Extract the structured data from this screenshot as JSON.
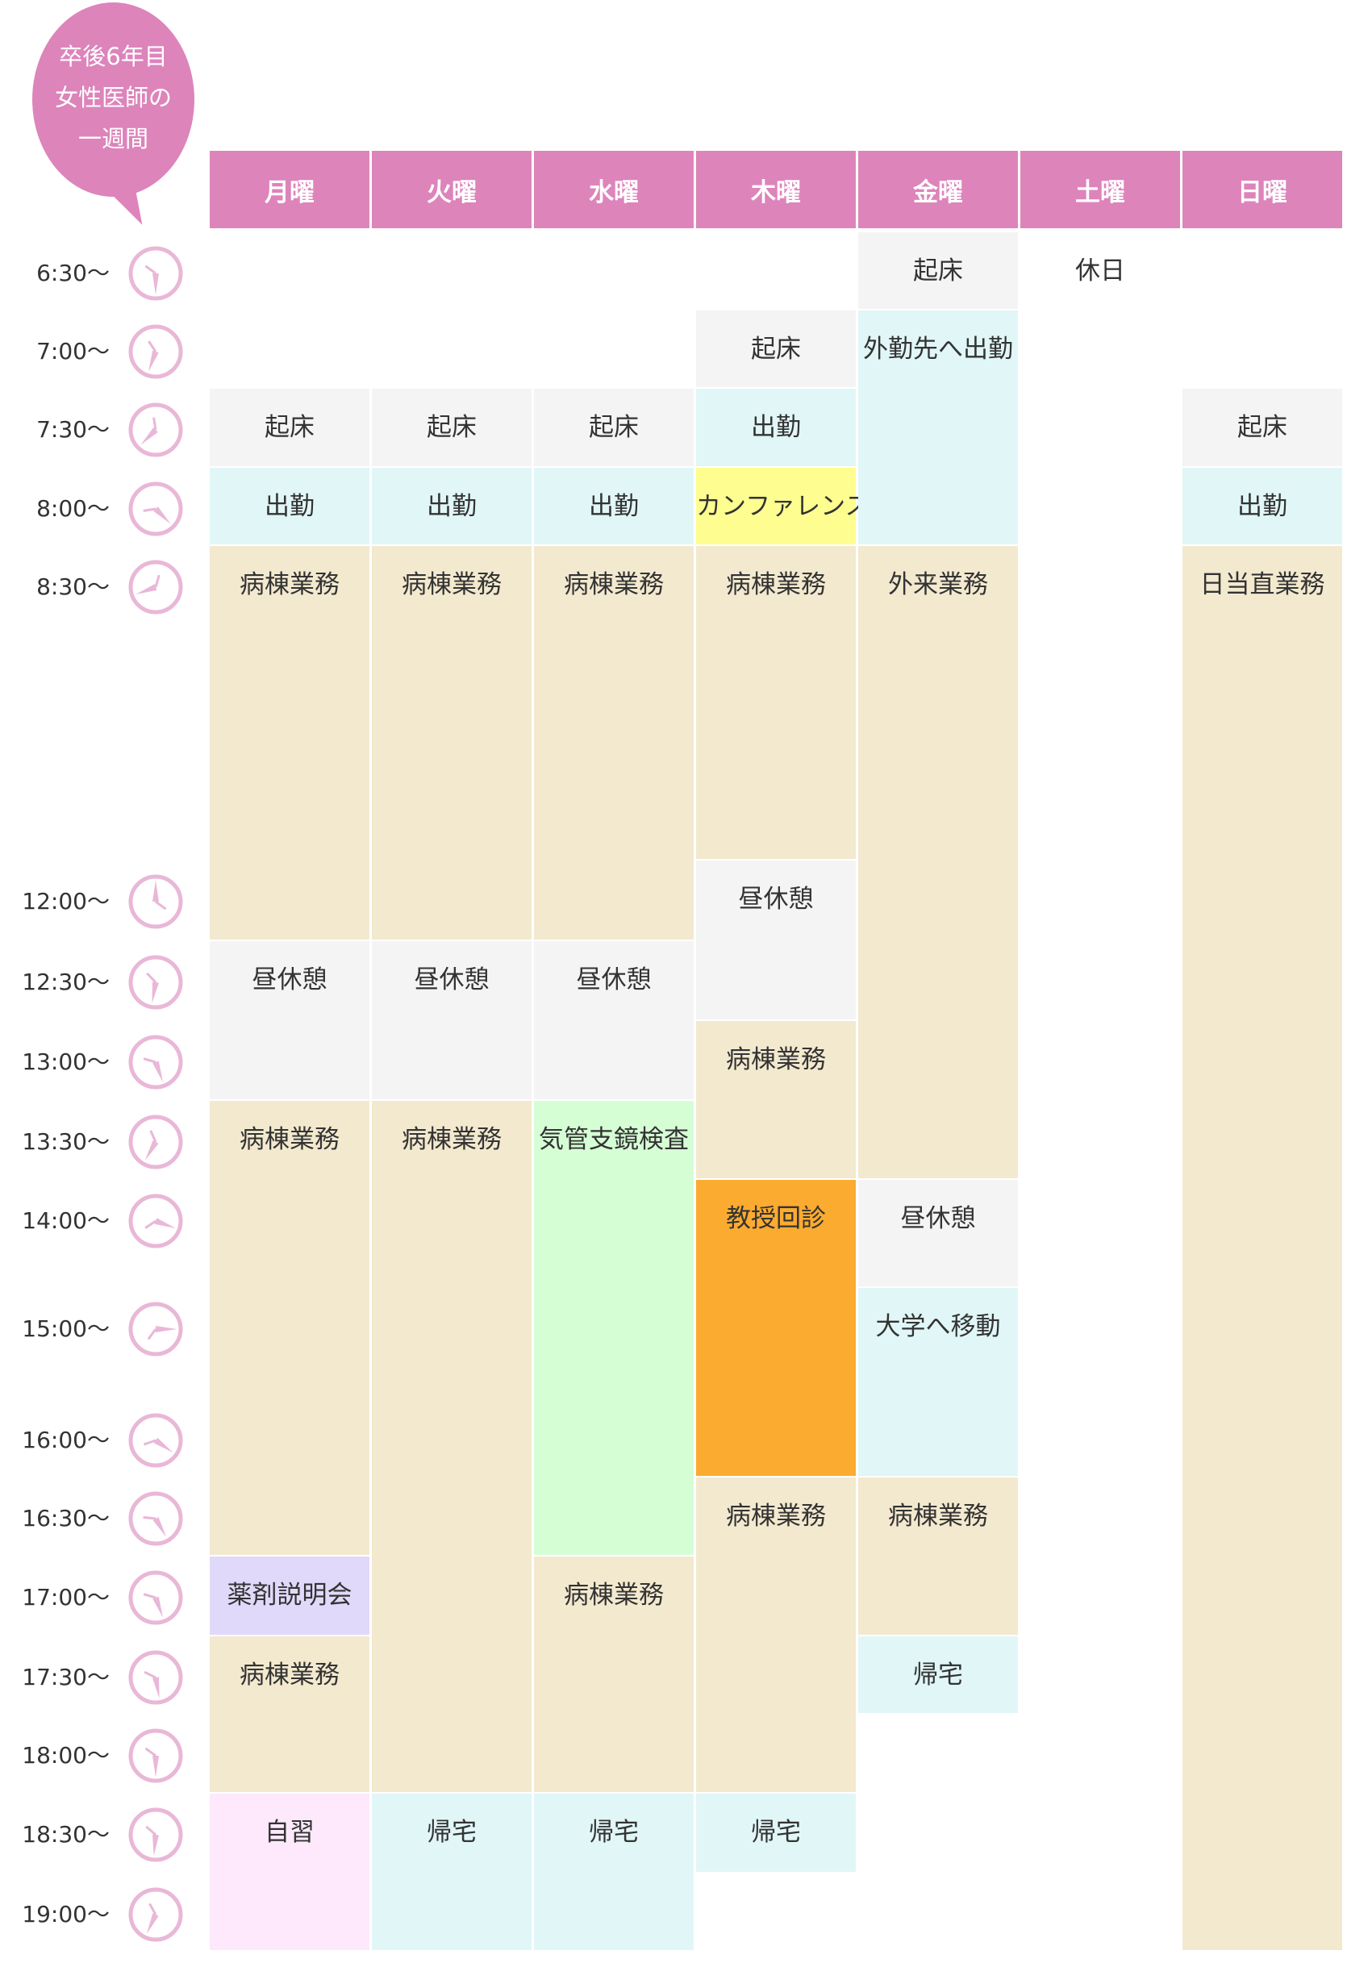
{
  "bubble": {
    "lines": [
      "卒後6年目",
      "女性医師の",
      "一週間"
    ]
  },
  "days": [
    "月曜",
    "火曜",
    "水曜",
    "木曜",
    "金曜",
    "土曜",
    "日曜"
  ],
  "times": [
    "6:30〜",
    "7:00〜",
    "7:30〜",
    "8:00〜",
    "8:30〜",
    "12:00〜",
    "12:30〜",
    "13:00〜",
    "13:30〜",
    "14:00〜",
    "15:00〜",
    "16:00〜",
    "16:30〜",
    "17:00〜",
    "17:30〜",
    "18:00〜",
    "18:30〜",
    "19:00〜"
  ],
  "colors": {
    "header_pink": "#dd84bb",
    "rest_gray": "#f4f4f4",
    "commute_cyan": "#e1f6f7",
    "work_beige": "#f3e9cf",
    "conference_yellow": "#fefd8f",
    "bronchoscopy_green": "#d6fed5",
    "rounds_orange": "#fbab30",
    "briefing_lavender": "#e1d9fa",
    "study_pink": "#fde9fb",
    "clock_pink": "#e9b7d7"
  },
  "schedule": [
    {
      "day": "月曜",
      "items": [
        {
          "label": "起床",
          "kind": "rest"
        },
        {
          "label": "出勤",
          "kind": "commute"
        },
        {
          "label": "病棟業務",
          "kind": "work"
        },
        {
          "label": "昼休憩",
          "kind": "rest"
        },
        {
          "label": "病棟業務",
          "kind": "work"
        },
        {
          "label": "薬剤説明会",
          "kind": "briefing"
        },
        {
          "label": "病棟業務",
          "kind": "work"
        },
        {
          "label": "自習",
          "kind": "study"
        }
      ]
    },
    {
      "day": "火曜",
      "items": [
        {
          "label": "起床",
          "kind": "rest"
        },
        {
          "label": "出勤",
          "kind": "commute"
        },
        {
          "label": "病棟業務",
          "kind": "work"
        },
        {
          "label": "昼休憩",
          "kind": "rest"
        },
        {
          "label": "病棟業務",
          "kind": "work"
        },
        {
          "label": "帰宅",
          "kind": "commute"
        }
      ]
    },
    {
      "day": "水曜",
      "items": [
        {
          "label": "起床",
          "kind": "rest"
        },
        {
          "label": "出勤",
          "kind": "commute"
        },
        {
          "label": "病棟業務",
          "kind": "work"
        },
        {
          "label": "昼休憩",
          "kind": "rest"
        },
        {
          "label": "気管支鏡検査",
          "kind": "bronchoscopy"
        },
        {
          "label": "病棟業務",
          "kind": "work"
        },
        {
          "label": "帰宅",
          "kind": "commute"
        }
      ]
    },
    {
      "day": "木曜",
      "items": [
        {
          "label": "起床",
          "kind": "rest"
        },
        {
          "label": "出勤",
          "kind": "commute"
        },
        {
          "label": "カンファレンス",
          "kind": "conference"
        },
        {
          "label": "病棟業務",
          "kind": "work"
        },
        {
          "label": "昼休憩",
          "kind": "rest"
        },
        {
          "label": "病棟業務",
          "kind": "work"
        },
        {
          "label": "教授回診",
          "kind": "rounds"
        },
        {
          "label": "病棟業務",
          "kind": "work"
        },
        {
          "label": "帰宅",
          "kind": "commute"
        }
      ]
    },
    {
      "day": "金曜",
      "items": [
        {
          "label": "起床",
          "kind": "rest"
        },
        {
          "label": "外勤先へ出勤",
          "kind": "commute"
        },
        {
          "label": "外来業務",
          "kind": "work"
        },
        {
          "label": "昼休憩",
          "kind": "rest"
        },
        {
          "label": "大学へ移動",
          "kind": "commute"
        },
        {
          "label": "病棟業務",
          "kind": "work"
        },
        {
          "label": "帰宅",
          "kind": "commute"
        }
      ]
    },
    {
      "day": "土曜",
      "items": [
        {
          "label": "休日",
          "kind": "plain"
        }
      ]
    },
    {
      "day": "日曜",
      "items": [
        {
          "label": "起床",
          "kind": "rest"
        },
        {
          "label": "出勤",
          "kind": "commute"
        },
        {
          "label": "日当直業務",
          "kind": "work"
        }
      ]
    }
  ]
}
